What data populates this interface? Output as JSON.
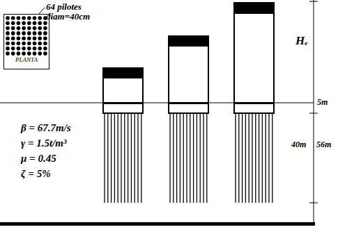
{
  "diagram": {
    "nodes": [
      {
        "text": [
          "PLANTA"
        ]
      }
    ],
    "labels": [
      "64 pilotes diam=40cm",
      "β = 67.7m/s",
      "γ = 1.5t/m³",
      "μ = 0.45",
      "ζ = 5%",
      "Hₑ",
      "5m",
      "40m",
      "56m"
    ]
  }
}
